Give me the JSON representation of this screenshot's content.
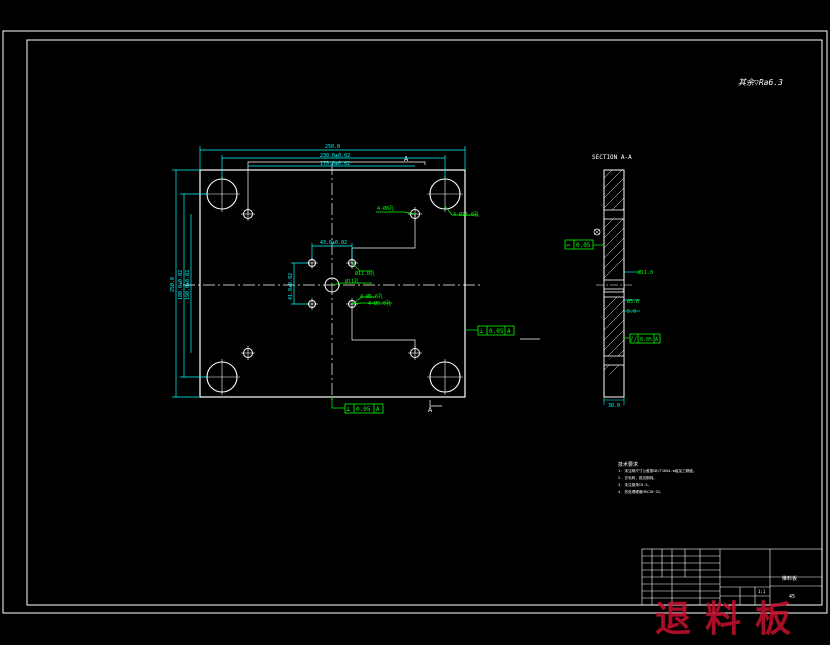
{
  "colors": {
    "background": "#000000",
    "outline": "#ffffff",
    "dimension": "#00ffff",
    "annotation": "#00ff00",
    "watermark": "#c8102e"
  },
  "drawing": {
    "roughness_note": "其余▽Ra6.3",
    "plan_view": {
      "dims": {
        "overall_width": "250.0",
        "width_a": "230.0±0.02",
        "width_b": "170.0±0.02",
        "center_w": "43.0±0.02",
        "overall_height": "250.0",
        "height_a": "180.0±0.02",
        "height_b": "190.0±0.02",
        "center_h": "41.0±0.02"
      },
      "callouts": {
        "large_holes": "4-Ø15.0孔",
        "small_holes": "4-Ø8孔",
        "center_a": "Ø11.0孔",
        "center_b": "Ø11孔",
        "center_c": "4-Ø5.6孔",
        "center_d": "4-Ø5.0孔"
      },
      "tolerance_right": {
        "symbol": "⊥",
        "value": "0.05",
        "datum": "A"
      },
      "tolerance_bottom": {
        "symbol": "⊥",
        "value": "0.05",
        "datum": "A"
      },
      "section_mark_top": "A",
      "section_mark_bottom": "A"
    },
    "section_view": {
      "title": "SECTION A-A",
      "flatness": {
        "symbol": "▱",
        "value": "0.05"
      },
      "parallel": {
        "symbol": "//",
        "value": "0.05",
        "datum": "A"
      },
      "dim_a": "Ø11.0",
      "dim_b": "Ø5.6",
      "dim_c": "5.0",
      "thickness": "30.0"
    },
    "notes": {
      "title": "技术要求",
      "lines": [
        "1. 未注明尺寸公差按GB/T1804-m级加工精度。",
        "2. 去毛刺，锐边倒钝。",
        "3. 未注倒角C0.5。",
        "4. 热处理硬度HRC28~32。"
      ]
    },
    "title_block": {
      "name": "推料板",
      "material": "45",
      "scale": "1:1"
    }
  },
  "watermark": "退料板"
}
